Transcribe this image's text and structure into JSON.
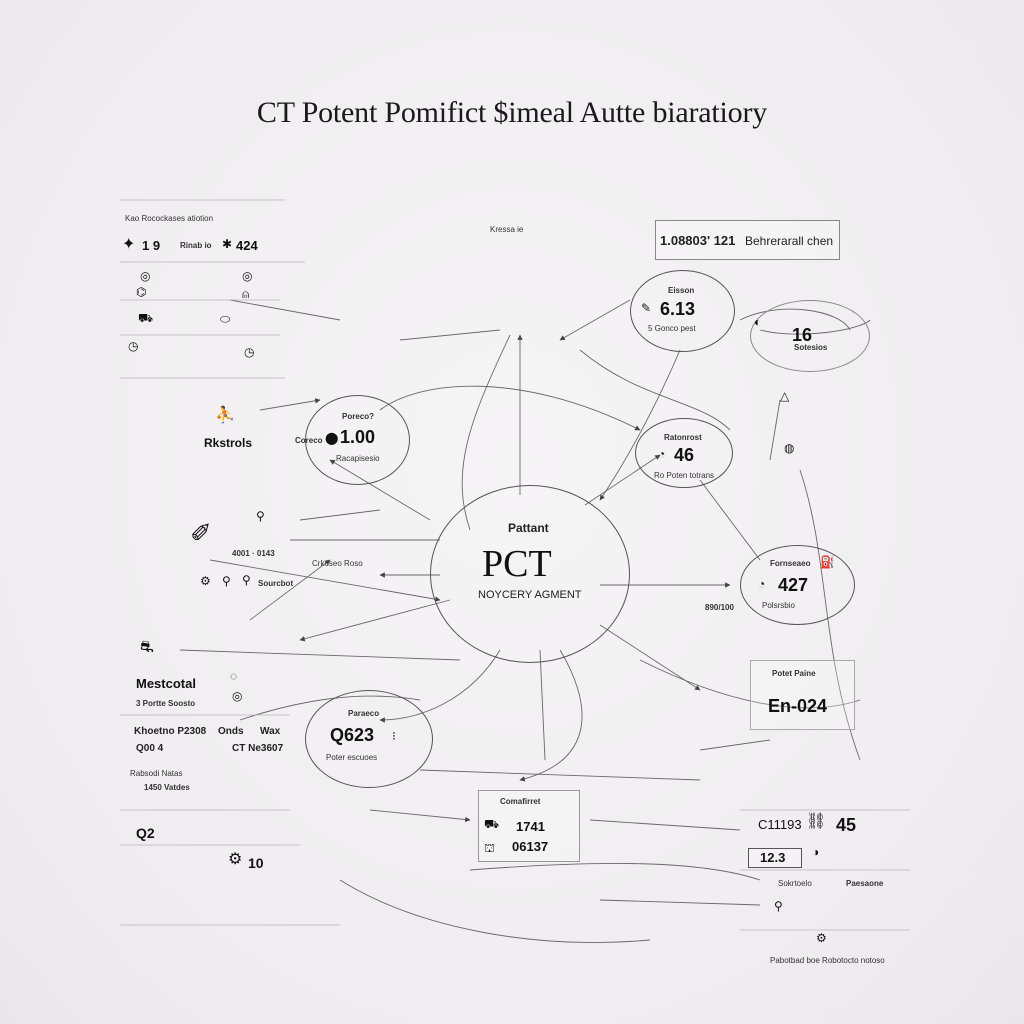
{
  "title": "CT Potent Pomifict $imeal Autte biaratiory",
  "center": {
    "label": "Pattant",
    "code": "PCT",
    "caption": "NOYCERY AGMENT"
  },
  "top_label": "Kressa ie",
  "top_box": {
    "value": "1.08803' 121",
    "label": "Behrerarall chen"
  },
  "left_panel": {
    "header": "Kao Rocockases atiotion",
    "row1_value": "1 9",
    "row1_label": "Rinab io",
    "row1_value2": "424",
    "item_label": "Rkstrols"
  },
  "node_left_top": {
    "title": "Poreco?",
    "prefix": "Coreco",
    "value": "1.00",
    "caption": "Racapisesio"
  },
  "node_right_top": {
    "title": "Eisson",
    "value": "6.13",
    "caption": "5 Gonco pest"
  },
  "node_far_right": {
    "value": "16",
    "caption": "Sotesios"
  },
  "node_mid_right": {
    "title": "Ratonrost",
    "value": "46",
    "caption": "Ro Poten totrans"
  },
  "node_right": {
    "title": "Fornseaeo",
    "value": "427",
    "caption": "Polsrsbio"
  },
  "side_value": "890/100",
  "right_box": {
    "title": "Potet Paine",
    "value": "En-024"
  },
  "left_mid": {
    "value": "4001 · 0143",
    "label": "Sourcbot",
    "side": "Crkoseo Roso"
  },
  "left_lower": {
    "title": "Mestcotal",
    "row1": "3 Portte Soosto",
    "row2": "Khoetno  P2308",
    "row2b": "Onds",
    "row2c": "Wax",
    "row3": "Q00 4",
    "row3b": "CT Ne3607",
    "row4": "Rabsodi  Natas",
    "row5": "1450 Vatdes",
    "footer_value": "Q2",
    "footer_value2": "10"
  },
  "node_bottom_left": {
    "title": "Paraeco",
    "value": "Q623",
    "caption": "Poter escuoes"
  },
  "bottom_box": {
    "title": "Comafirret",
    "value1": "1741",
    "value2": "06137"
  },
  "bottom_right": {
    "value1": "C11193",
    "value2": "45",
    "value3": "12.3",
    "row": "Sokrtoelo",
    "row_right": "Paesaone",
    "footer": "Pabotbad  boe  Robotocto notoso"
  },
  "colors": {
    "ink": "#1c1c1c",
    "line": "#6a676a",
    "background": "#efedef"
  }
}
